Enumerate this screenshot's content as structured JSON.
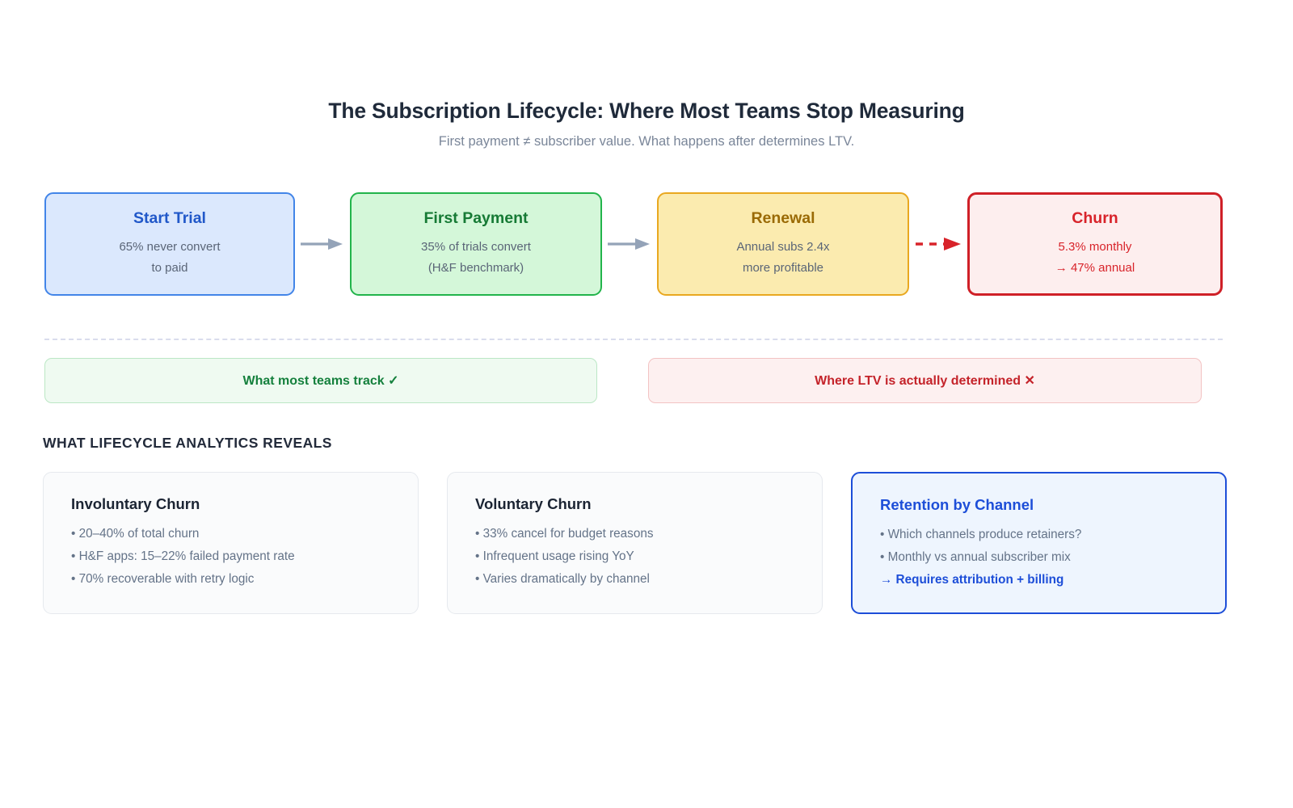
{
  "header": {
    "title": "The Subscription Lifecycle: Where Most Teams Stop Measuring",
    "subtitle": "First payment ≠ subscriber value. What happens after determines LTV."
  },
  "flow": {
    "stages": [
      {
        "name": "start-trial",
        "title": "Start Trial",
        "line1": "65% never convert",
        "line2": "to paid",
        "color": "#2158c9",
        "border": "#4285e8",
        "fill": "#dbe8fd"
      },
      {
        "name": "first-payment",
        "title": "First Payment",
        "line1": "35% of trials convert",
        "line2": "(H&F benchmark)",
        "color": "#167a35",
        "border": "#22b44b",
        "fill": "#d4f7d9"
      },
      {
        "name": "renewal",
        "title": "Renewal",
        "line1": "Annual subs 2.4x",
        "line2": "more profitable",
        "color": "#9a6a05",
        "border": "#e9a820",
        "fill": "#fbebaf"
      },
      {
        "name": "churn",
        "title": "Churn",
        "line1": "5.3% monthly",
        "line2": "→ 47% annual",
        "color": "#d8232a",
        "border": "#cf2027",
        "fill": "#fdeeee"
      }
    ],
    "connectors": [
      {
        "style": "solid",
        "color": "#94a3b8"
      },
      {
        "style": "solid",
        "color": "#94a3b8"
      },
      {
        "style": "dashed",
        "color": "#d8232a"
      }
    ]
  },
  "legend": {
    "track_label": "What most teams track ✓",
    "ltv_label": "Where LTV is actually determined ✕"
  },
  "section": {
    "heading": "WHAT LIFECYCLE ANALYTICS REVEALS"
  },
  "cards": [
    {
      "name": "involuntary-churn",
      "title": "Involuntary Churn",
      "bullets": [
        "• 20–40% of total churn",
        "• H&F apps: 15–22% failed payment rate",
        "• 70% recoverable with retry logic"
      ],
      "highlight": false
    },
    {
      "name": "voluntary-churn",
      "title": "Voluntary Churn",
      "bullets": [
        "• 33% cancel for budget reasons",
        "• Infrequent usage rising YoY",
        "• Varies dramatically by channel"
      ],
      "highlight": false
    },
    {
      "name": "retention-by-channel",
      "title": "Retention by Channel",
      "bullets": [
        "• Which channels produce retainers?",
        "• Monthly vs annual subscriber mix",
        "→ Requires attribution + billing"
      ],
      "highlight": true,
      "emphasis_index": 2,
      "accent": "#1d4ed8"
    }
  ]
}
